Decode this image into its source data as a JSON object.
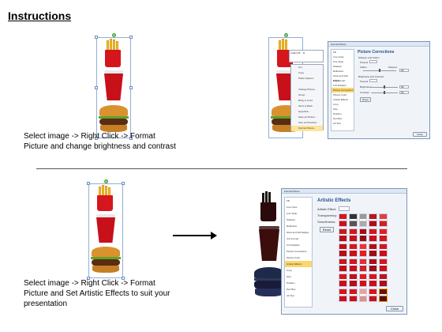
{
  "title": "Instructions",
  "step1": {
    "caption_line1": "Select image -> Right Click -> Format",
    "caption_line2": "Picture and change brightness and contrast"
  },
  "step2": {
    "caption_line1": "Select image -> Right Click -> Format",
    "caption_line2": "Picture and Set Artistic Effects to suit your",
    "caption_line3": "presentation"
  },
  "context_menu": {
    "minibar_font": "Calibri (B",
    "minibar_size": "11",
    "items": [
      "Cut",
      "Copy",
      "Paste Options:",
      "",
      "Change Picture...",
      "Group",
      "Bring to Front",
      "Send to Back",
      "Hyperlink...",
      "Save as Picture...",
      "Size and Position...",
      "Format Picture..."
    ]
  },
  "dialog1": {
    "title": "Format Picture",
    "nav": [
      "Fill",
      "Line Color",
      "Line Style",
      "Shadow",
      "Reflection",
      "Glow and Soft Edges",
      "3-D Format",
      "3-D Rotation",
      "Picture Corrections",
      "Picture Color",
      "Artistic Effects",
      "Crop",
      "Size",
      "Position",
      "Text Box",
      "Alt Text"
    ],
    "heading": "Picture Corrections",
    "sharpen_label": "Sharpen and Soften",
    "presets_label": "Presets:",
    "soften_label": "Soften",
    "sharpen_right": "Sharpen",
    "brightness_section": "Brightness and Contrast",
    "brightness_label": "Brightness:",
    "contrast_label": "Contrast:",
    "sharpen_value": "0%",
    "brightness_value": "0%",
    "contrast_value": "0%",
    "reset_label": "Reset",
    "close_label": "Close"
  },
  "dialog2": {
    "title": "Format Picture",
    "nav": [
      "Fill",
      "Line Color",
      "Line Style",
      "Shadow",
      "Reflection",
      "Glow and Soft Edges",
      "3-D Format",
      "3-D Rotation",
      "Picture Corrections",
      "Picture Color",
      "Artistic Effects",
      "Crop",
      "Size",
      "Position",
      "Text Box",
      "Alt Text"
    ],
    "heading": "Artistic Effects",
    "artistic_label": "Artistic Effect:",
    "transparency_label": "Transparency:",
    "smoothness_label": "Smoothness:",
    "reset_label": "Reset",
    "close_label": "Close"
  }
}
